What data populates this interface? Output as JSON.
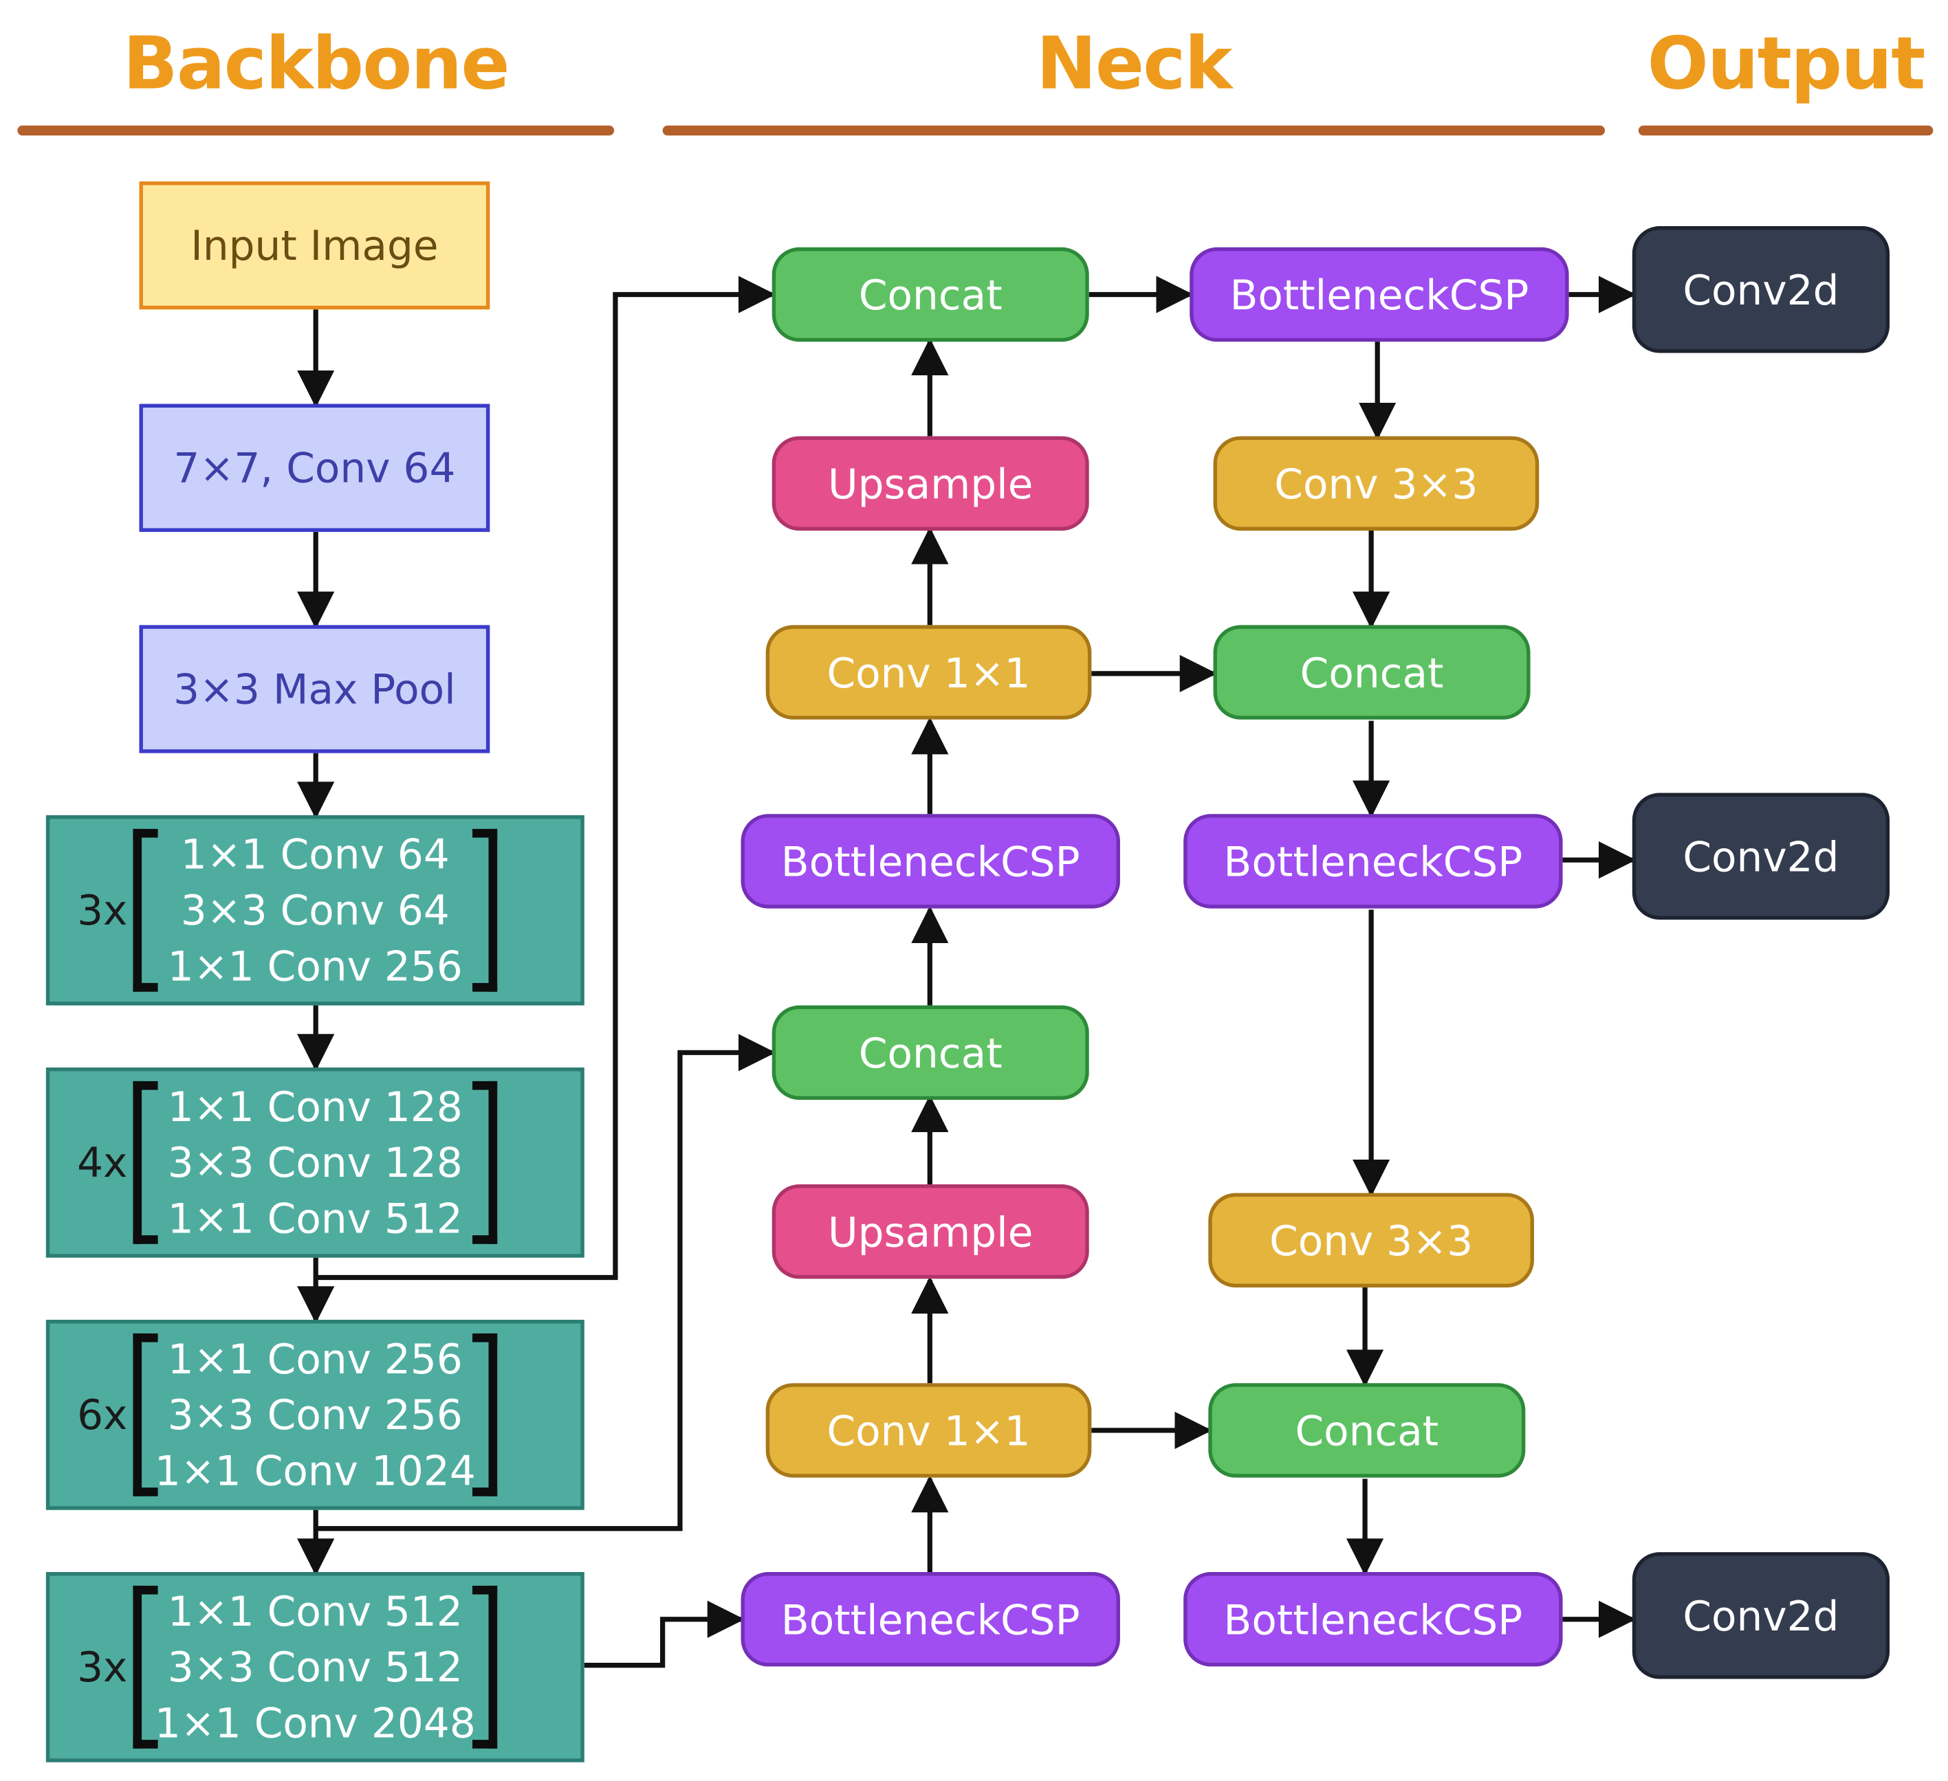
{
  "headers": {
    "backbone": "Backbone",
    "neck": "Neck",
    "output": "Output"
  },
  "colors": {
    "header": "#ee9b1d",
    "header_rule": "#b3602b",
    "concat": "#5ec264",
    "bottleneck": "#a04df2",
    "upsample": "#e5508c",
    "conv": "#e5b43d",
    "conv2d": "#343d4f",
    "backbone_block": "#4fada0"
  },
  "backbone": {
    "input": "Input Image",
    "conv7": "7×7, Conv 64",
    "maxpool": "3×3 Max Pool",
    "blocks": [
      {
        "mult": "3x",
        "lines": [
          "1×1 Conv 64",
          "3×3 Conv 64",
          "1×1 Conv 256"
        ]
      },
      {
        "mult": "4x",
        "lines": [
          "1×1 Conv 128",
          "3×3 Conv 128",
          "1×1 Conv 512"
        ]
      },
      {
        "mult": "6x",
        "lines": [
          "1×1 Conv 256",
          "3×3 Conv 256",
          "1×1 Conv 1024"
        ]
      },
      {
        "mult": "3x",
        "lines": [
          "1×1 Conv 512",
          "3×3 Conv 512",
          "1×1 Conv 2048"
        ]
      }
    ]
  },
  "neck": {
    "up_column": [
      "BottleneckCSP",
      "Conv 1×1",
      "Upsample",
      "Concat",
      "BottleneckCSP",
      "Conv 1×1",
      "Upsample",
      "Concat"
    ],
    "down_column": [
      "BottleneckCSP",
      "Conv 3×3",
      "Concat",
      "BottleneckCSP",
      "Conv 3×3",
      "Concat",
      "BottleneckCSP"
    ]
  },
  "output": [
    "Conv2d",
    "Conv2d",
    "Conv2d"
  ]
}
